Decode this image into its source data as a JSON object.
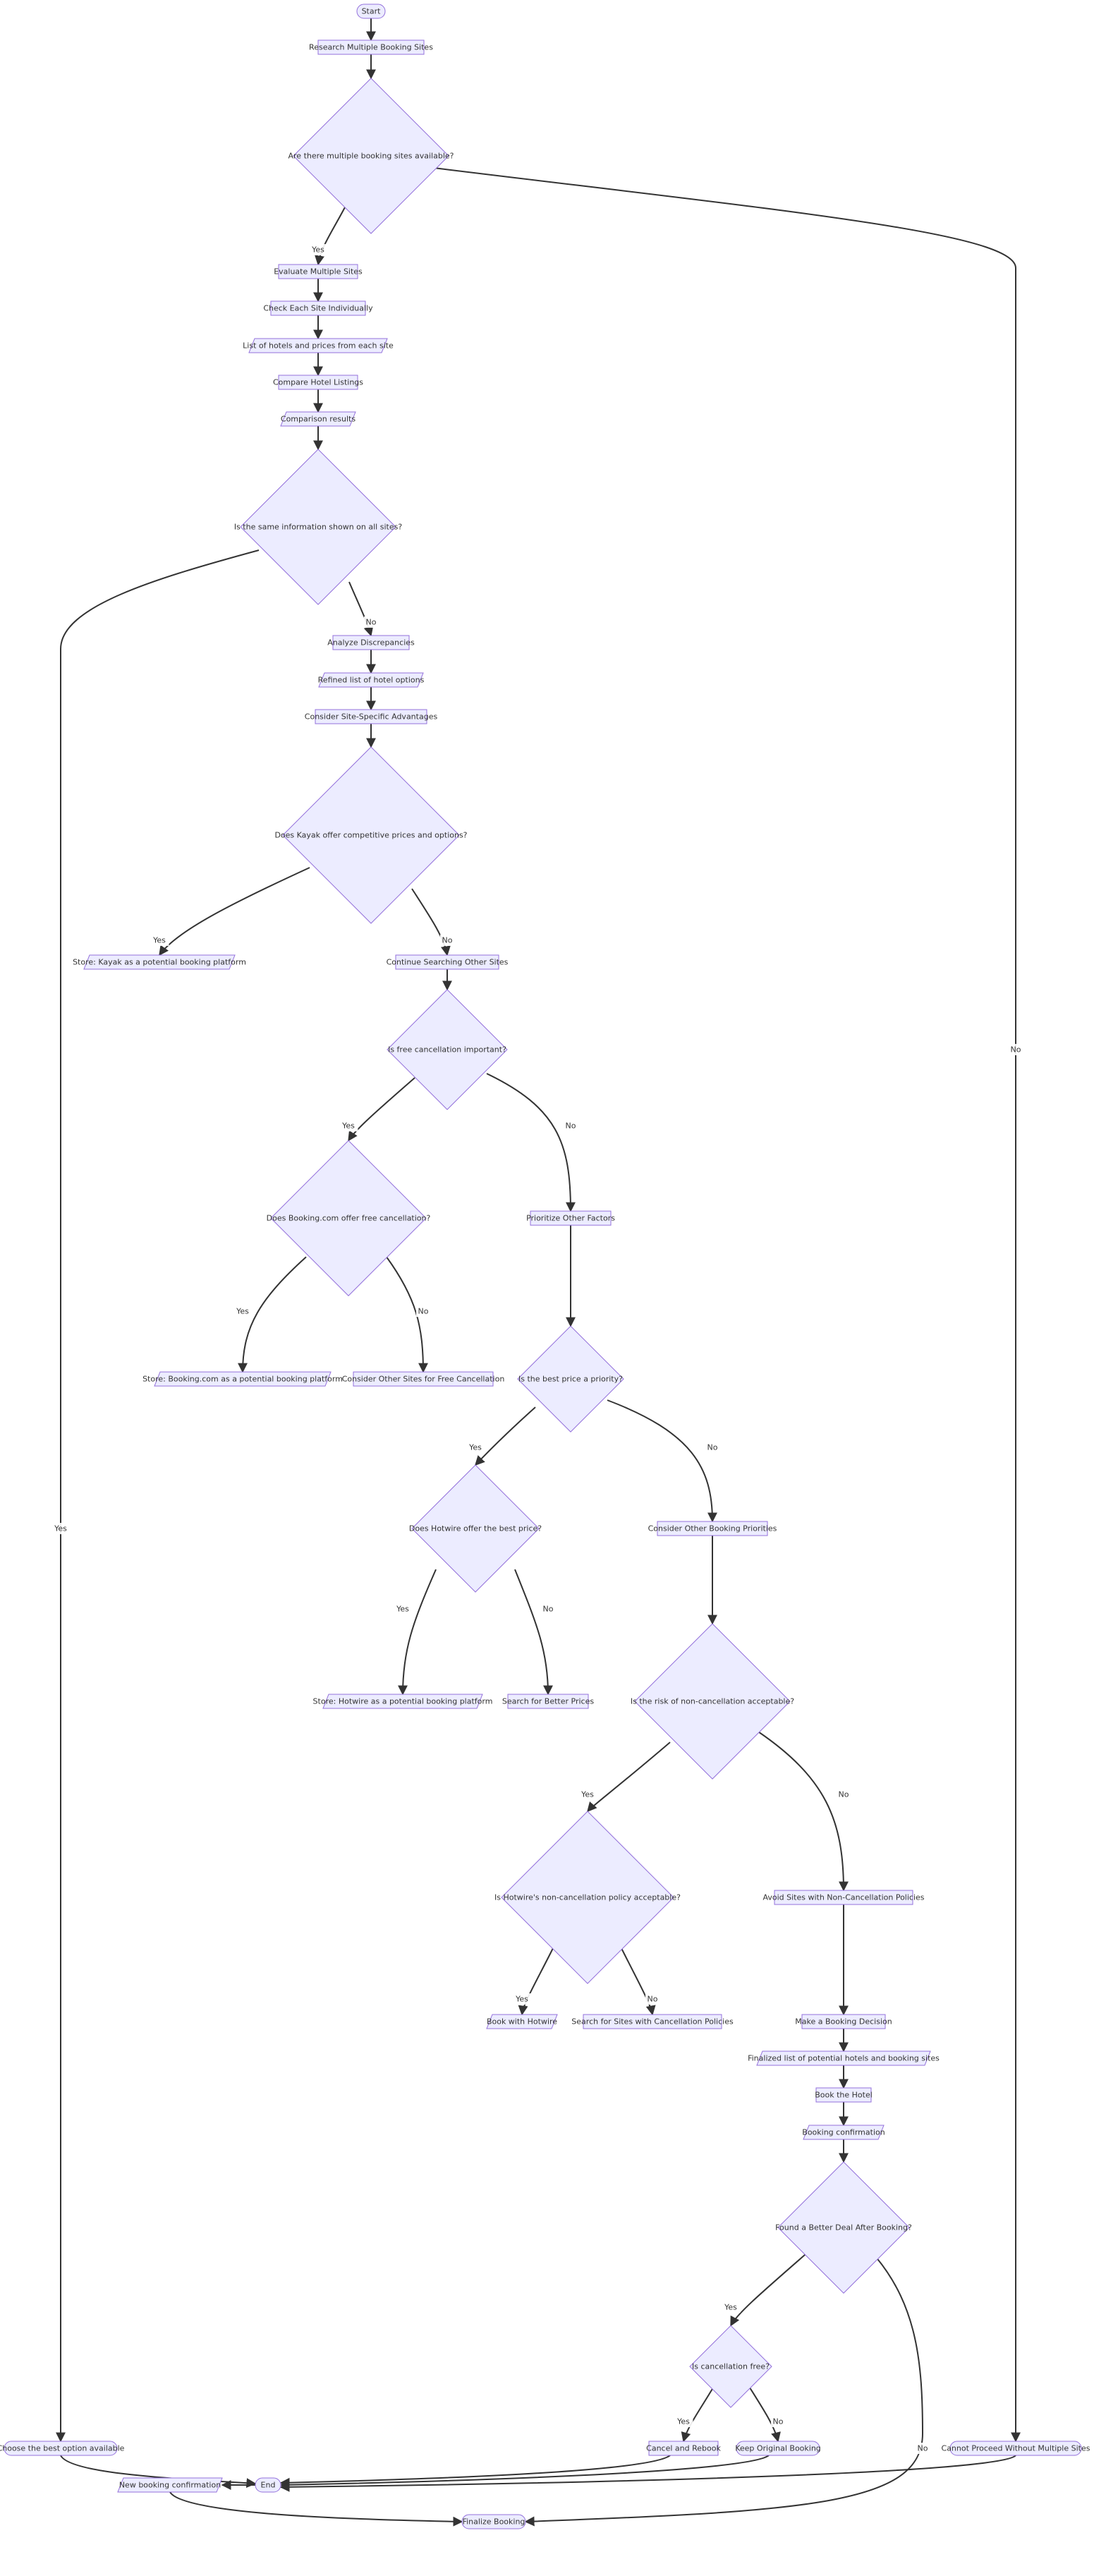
{
  "nodes": {
    "start": "Start",
    "research": "Research Multiple Booking Sites",
    "multiple_sites_q": "Are there multiple booking sites available?",
    "evaluate": "Evaluate Multiple Sites",
    "check_each": "Check Each Site Individually",
    "list_hotels": "List of hotels and prices from each site",
    "compare": "Compare Hotel Listings",
    "comparison_results": "Comparison results",
    "same_info_q": "Is the same information shown on all sites?",
    "analyze": "Analyze Discrepancies",
    "refined_list": "Refined list of hotel options",
    "consider_adv": "Consider Site-Specific Advantages",
    "kayak_q": "Does Kayak offer competitive prices and options?",
    "store_kayak": "Store: Kayak as a potential booking platform",
    "continue_search": "Continue Searching Other Sites",
    "free_cancel_q": "Is free cancellation important?",
    "booking_free_q": "Does Booking.com offer free cancellation?",
    "prioritize": "Prioritize Other Factors",
    "store_booking": "Store: Booking.com as a potential booking platform",
    "consider_free": "Consider Other Sites for Free Cancellation",
    "best_price_q": "Is the best price a priority?",
    "hotwire_price_q": "Does Hotwire offer the best price?",
    "consider_priorities": "Consider Other Booking Priorities",
    "store_hotwire": "Store: Hotwire as a potential booking platform",
    "search_better": "Search for Better Prices",
    "risk_q": "Is the risk of non-cancellation acceptable?",
    "hotwire_policy_q": "Is Hotwire's non-cancellation policy acceptable?",
    "avoid_sites": "Avoid Sites with Non-Cancellation Policies",
    "book_hotwire": "Book with Hotwire",
    "search_cancel": "Search for Sites with Cancellation Policies",
    "make_decision": "Make a Booking Decision",
    "finalized_list": "Finalized list of potential hotels and booking sites",
    "book_hotel": "Book the Hotel",
    "booking_confirmation": "Booking confirmation",
    "better_deal_q": "Found a Better Deal After Booking?",
    "cancel_free_q": "Is cancellation free?",
    "choose_best": "Choose the best option available",
    "cancel_rebook": "Cancel and Rebook",
    "keep_original": "Keep Original Booking",
    "cannot_proceed": "Cannot Proceed Without Multiple Sites",
    "new_confirmation": "New booking confirmation",
    "end": "End",
    "finalize": "Finalize Booking"
  },
  "edge_labels": {
    "yes": "Yes",
    "no": "No"
  }
}
